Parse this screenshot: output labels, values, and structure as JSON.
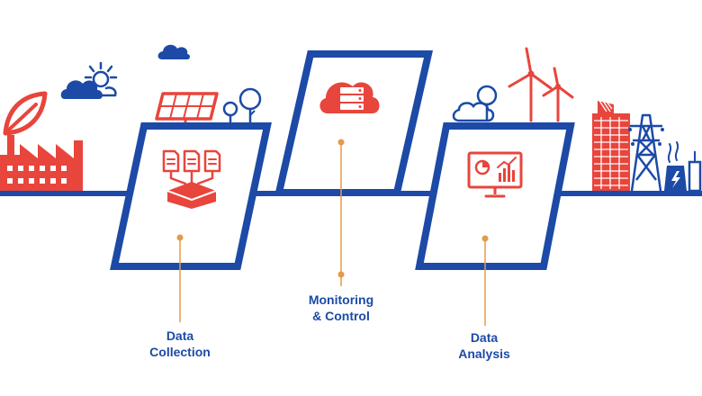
{
  "colors": {
    "blue": "#1c4aa6",
    "red": "#e8453c",
    "orange": "#e59a4a",
    "white": "#ffffff"
  },
  "steps": [
    {
      "id": "collection",
      "line1": "Data",
      "line2": "Collection",
      "icon": "data-collection-icon"
    },
    {
      "id": "monitoring",
      "line1": "Monitoring",
      "line2": "& Control",
      "icon": "cloud-server-icon"
    },
    {
      "id": "analysis",
      "line1": "Data",
      "line2": "Analysis",
      "icon": "analytics-monitor-icon"
    }
  ],
  "decor_icons": [
    "leaf-icon",
    "factory-icon",
    "sun-cloud-icon",
    "solar-panel-icon",
    "trees-icon",
    "small-cloud-icon",
    "cloud-tree-icon",
    "wind-turbine-icon",
    "building-icon",
    "power-tower-icon",
    "power-plant-icon"
  ]
}
